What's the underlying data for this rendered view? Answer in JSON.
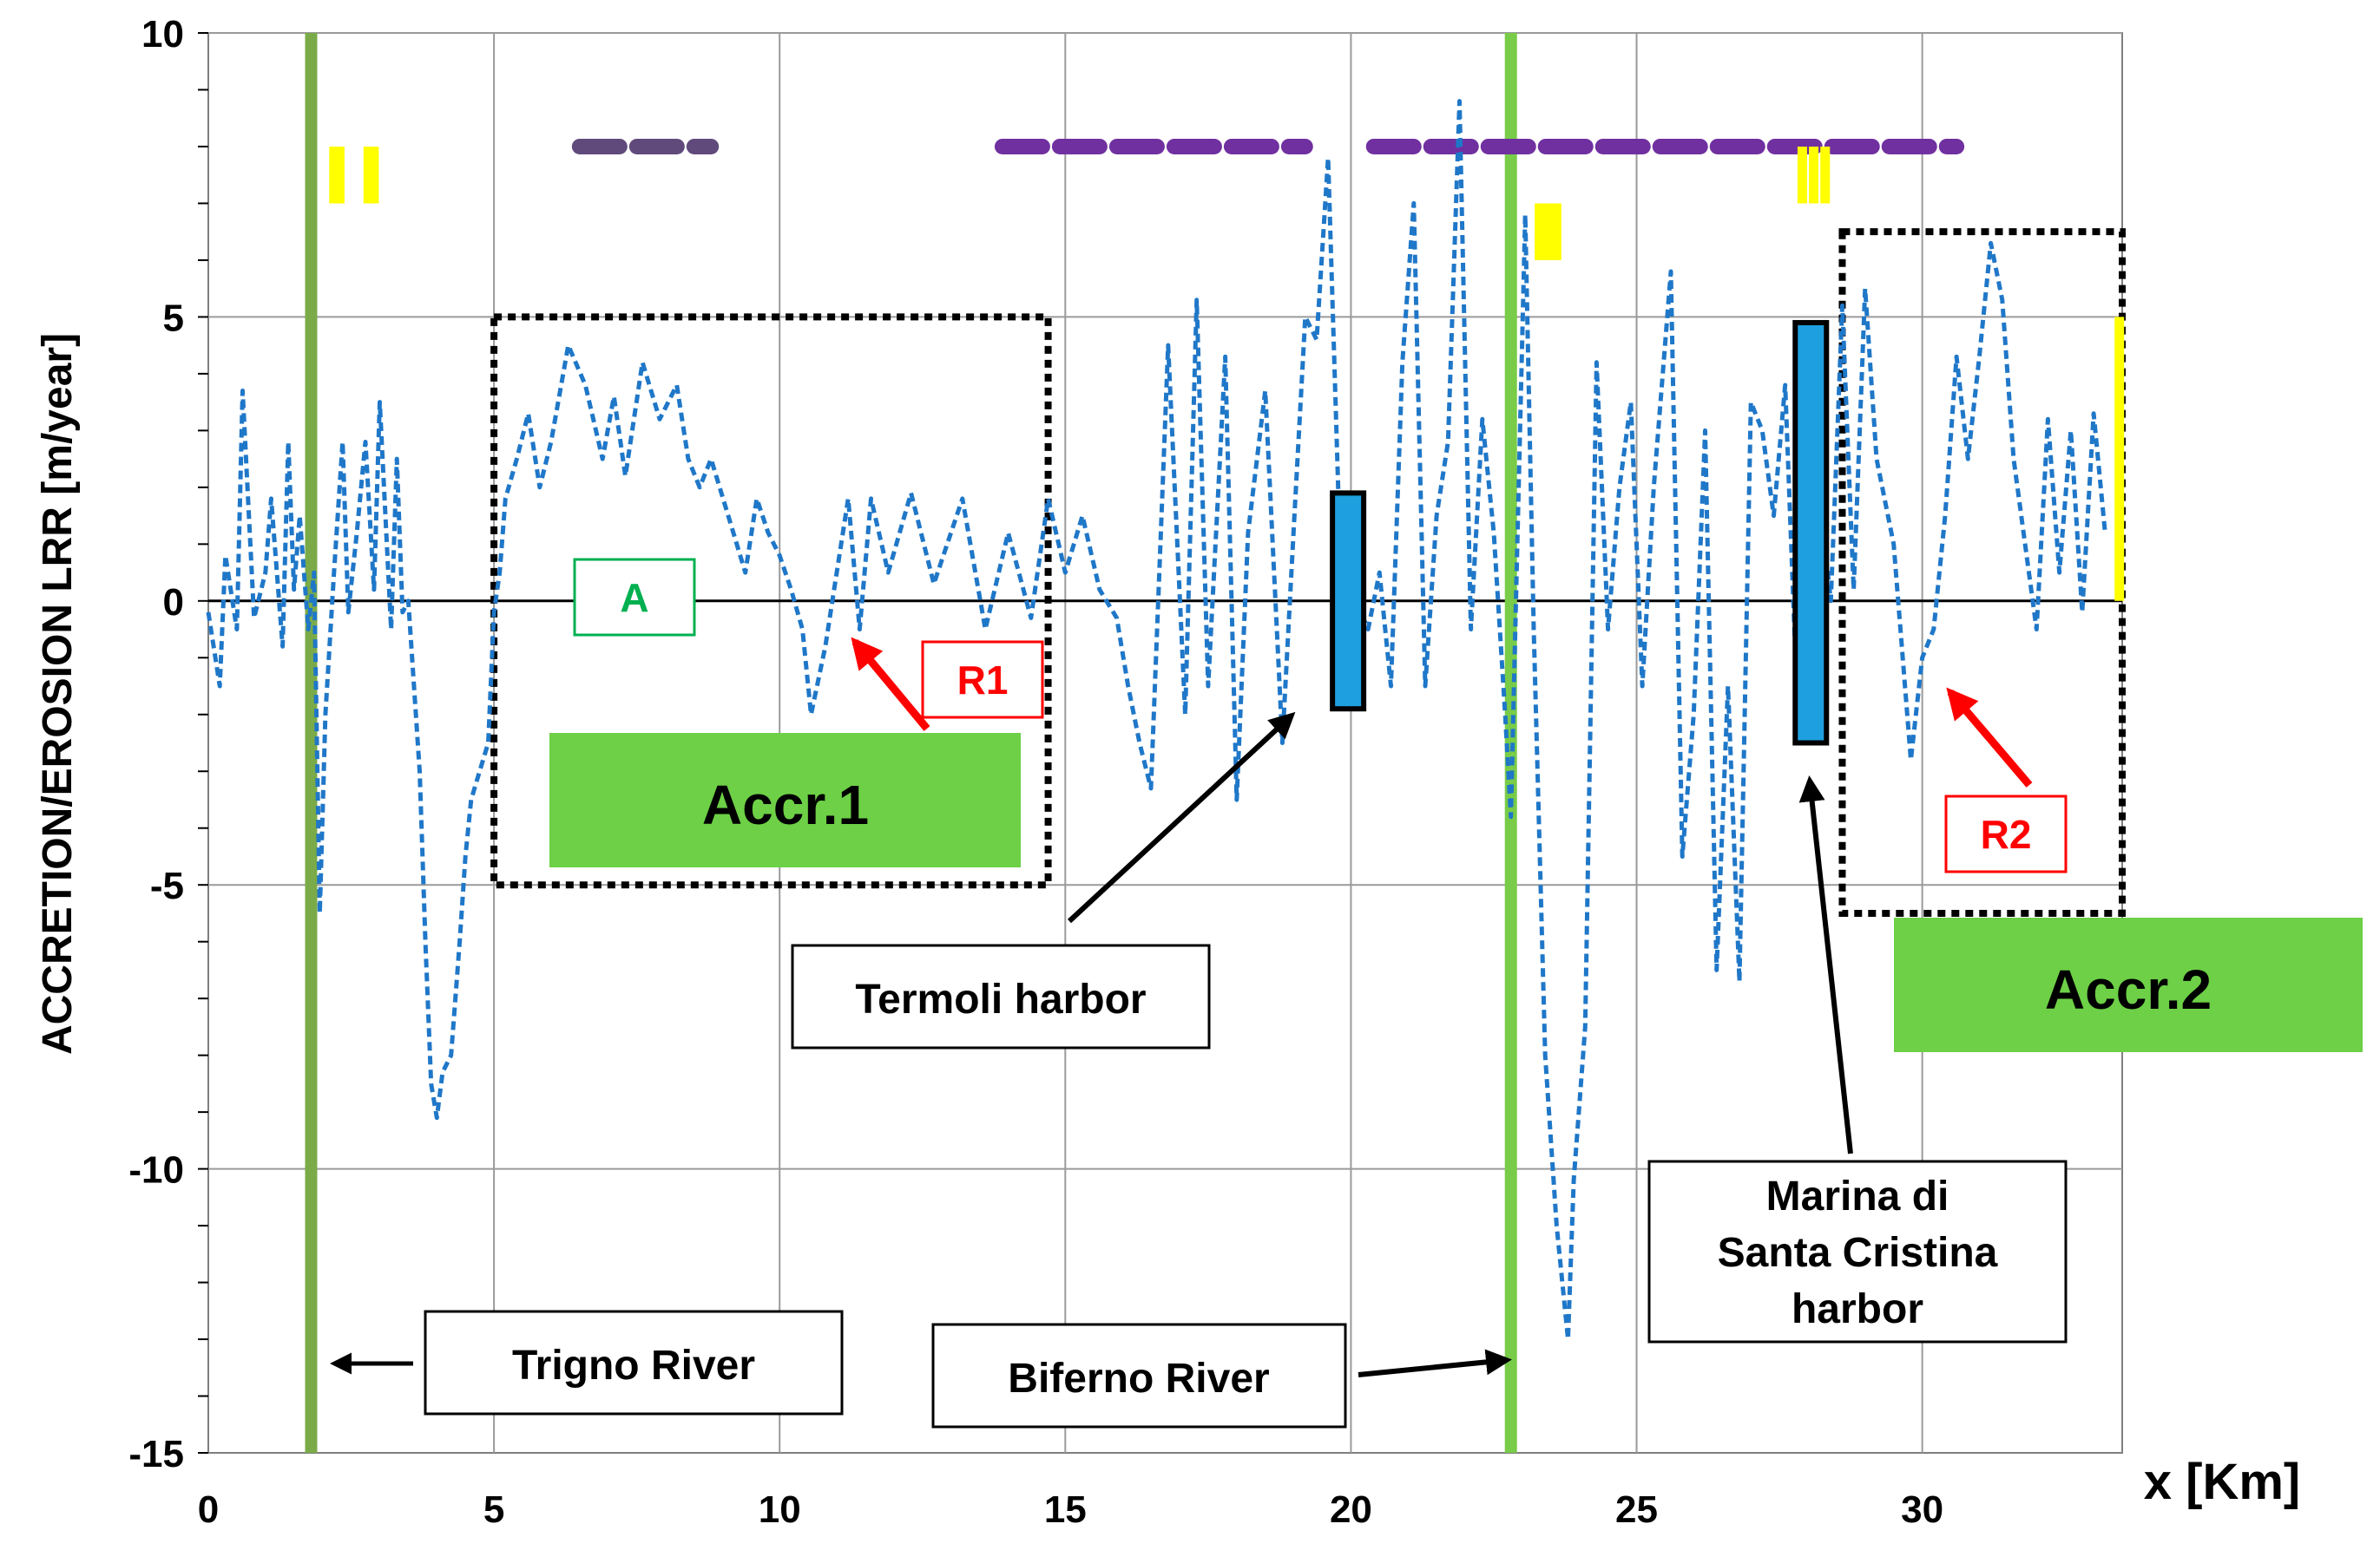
{
  "chart_data": {
    "type": "line",
    "xlabel": "x [Km]",
    "ylabel": "ACCRETION/EROSION LRR [m/year]",
    "xlim": [
      0,
      33.5
    ],
    "ylim": [
      -15,
      10
    ],
    "x_ticks": [
      0,
      5,
      10,
      15,
      20,
      25,
      30
    ],
    "y_ticks": [
      -15,
      -10,
      -5,
      0,
      5,
      10
    ],
    "grid": true,
    "series": [
      {
        "line_style": "dashed",
        "color": "#1f77c8",
        "x": [
          0,
          0.2,
          0.3,
          0.5,
          0.6,
          0.8,
          1.0,
          1.1,
          1.3,
          1.4,
          1.5,
          1.6,
          1.75,
          1.85,
          1.95,
          2.05,
          2.2,
          2.35,
          2.45,
          2.6,
          2.75,
          2.9,
          3.0,
          3.2,
          3.3,
          3.4,
          3.5,
          3.7,
          3.8,
          3.9,
          4.0,
          4.1,
          4.25,
          4.4,
          4.5,
          4.6,
          4.75,
          4.9,
          5.0,
          5.1,
          5.2,
          5.4,
          5.6,
          5.8,
          6.0,
          6.3,
          6.6,
          6.9,
          7.1,
          7.3,
          7.6,
          7.9,
          8.2,
          8.4,
          8.6,
          8.8,
          9.1,
          9.4,
          9.6,
          9.8,
          10.0,
          10.2,
          10.4,
          10.55,
          10.8,
          11.0,
          11.2,
          11.4,
          11.6,
          11.9,
          12.3,
          12.7,
          13.2,
          13.6,
          14.0,
          14.4,
          14.7,
          15.0,
          15.3,
          15.6,
          15.9,
          16.1,
          16.3,
          16.5,
          16.8,
          17.1,
          17.3,
          17.5,
          17.8,
          18.0,
          18.2,
          18.5,
          18.8,
          19.0,
          19.2,
          19.4,
          19.6,
          19.8,
          20.0,
          20.3,
          20.5,
          20.7,
          20.9,
          21.1,
          21.3,
          21.5,
          21.7,
          21.9,
          22.1,
          22.3,
          22.5,
          22.7,
          22.8,
          22.9,
          23.05,
          23.2,
          23.4,
          23.6,
          23.8,
          23.9,
          24.1,
          24.3,
          24.5,
          24.7,
          24.9,
          25.1,
          25.3,
          25.6,
          25.8,
          26.0,
          26.2,
          26.4,
          26.6,
          26.8,
          27.0,
          27.2,
          27.4,
          27.6,
          27.8,
          28.0,
          28.2,
          28.4,
          28.6,
          28.8,
          29.0,
          29.2,
          29.5,
          29.8,
          30.0,
          30.2,
          30.4,
          30.6,
          30.8,
          31.0,
          31.2,
          31.4,
          31.6,
          31.8,
          32.0,
          32.2,
          32.4,
          32.6,
          32.8,
          33.0,
          33.2
        ],
        "y": [
          -0.2,
          -1.5,
          0.8,
          -0.5,
          3.7,
          -0.3,
          0.5,
          1.8,
          -0.8,
          2.8,
          0.2,
          1.5,
          -0.5,
          0.5,
          -5.5,
          -2.0,
          0.5,
          2.8,
          -0.2,
          1.2,
          2.8,
          0.2,
          3.5,
          -0.5,
          2.5,
          -0.2,
          0,
          -3.0,
          -6.0,
          -8.5,
          -9.1,
          -8.3,
          -8.0,
          -6.0,
          -4.5,
          -3.5,
          -3.0,
          -2.5,
          -0.2,
          0.5,
          1.8,
          2.5,
          3.3,
          2.0,
          2.8,
          4.5,
          3.8,
          2.5,
          3.6,
          2.2,
          4.2,
          3.2,
          3.8,
          2.5,
          2.0,
          2.5,
          1.5,
          0.5,
          1.8,
          1.2,
          0.8,
          0.2,
          -0.5,
          -2.0,
          -0.8,
          0.5,
          1.8,
          -0.5,
          1.8,
          0.5,
          1.9,
          0.3,
          1.8,
          -0.5,
          1.2,
          -0.3,
          1.8,
          0.5,
          1.5,
          0.2,
          -0.3,
          -1.5,
          -2.5,
          -3.3,
          4.5,
          -2.0,
          5.3,
          -1.5,
          4.3,
          -3.5,
          1.2,
          3.7,
          -2.5,
          1.3,
          5.0,
          4.6,
          7.8,
          1.2,
          0.2,
          -0.5,
          0.5,
          -1.5,
          4.2,
          7.0,
          -1.5,
          1.5,
          2.8,
          8.8,
          -0.5,
          3.2,
          1.2,
          -2.0,
          -3.8,
          0.5,
          6.8,
          -0.5,
          -8.0,
          -11.0,
          -13.0,
          -10.2,
          -7.5,
          4.2,
          -0.5,
          2.0,
          3.5,
          -1.5,
          2.0,
          5.8,
          -4.5,
          -2.0,
          3.0,
          -6.5,
          -1.5,
          -6.7,
          3.5,
          3.0,
          1.5,
          3.8,
          -1.5,
          2.0,
          1.8,
          0,
          5.2,
          0.2,
          5.5,
          2.5,
          1.0,
          -2.8,
          -1.0,
          -0.5,
          1.5,
          4.3,
          2.5,
          4.3,
          6.3,
          5.3,
          2.5,
          1.0,
          -0.5,
          3.2,
          0.5,
          3.0,
          -0.2,
          3.3,
          1.2
        ]
      }
    ],
    "vertical_lines": [
      {
        "x": 1.8,
        "color": "#7aab48"
      },
      {
        "x": 22.8,
        "color": "#78cc48"
      }
    ],
    "dashed_bars": [
      {
        "x1": 6.5,
        "x2": 8.8,
        "y": 8,
        "color": "#604a7b"
      },
      {
        "x1": 13.9,
        "x2": 19.2,
        "y": 8,
        "color": "#7030a0"
      },
      {
        "x1": 20.4,
        "x2": 30.6,
        "y": 8,
        "color": "#7030a0"
      }
    ],
    "yellow_marks": [
      {
        "xs": [
          2.2,
          2.3,
          2.8,
          2.9
        ],
        "y1": 7.0,
        "y2": 8.0
      },
      {
        "xs": [
          23.3,
          23.45,
          23.6
        ],
        "y1": 6.0,
        "y2": 7.0
      },
      {
        "xs": [
          27.9,
          28.1,
          28.3
        ],
        "y1": 7.0,
        "y2": 8.0
      },
      {
        "xs": [
          33.45
        ],
        "y1": 0.0,
        "y2": 5.0
      }
    ],
    "harbor_bars": [
      {
        "x": 19.95,
        "y1": -1.9,
        "y2": 1.9,
        "color": "#1ea0e0"
      },
      {
        "x": 28.05,
        "y1": -2.5,
        "y2": 4.9,
        "color": "#1ea0e0"
      }
    ],
    "dotted_boxes": [
      {
        "x1": 5.0,
        "x2": 14.7,
        "y1": -5.0,
        "y2": 5.0
      },
      {
        "x1": 28.6,
        "x2": 33.5,
        "y1": -5.5,
        "y2": 6.5
      }
    ],
    "annotations": {
      "trigno": "Trigno River",
      "biferno": "Biferno River",
      "termoli": "Termoli harbor",
      "marina_line1": "Marina di",
      "marina_line2": "Santa Cristina",
      "marina_line3": "harbor",
      "accr1": "Accr.1",
      "accr2": "Accr.2",
      "a_label": "A",
      "r1_label": "R1",
      "r2_label": "R2"
    },
    "colors": {
      "series": "#1f77c8",
      "accr_fill": "#6dd046",
      "red": "#ff0000",
      "green_text": "#00b050",
      "grid": "#9a9a9a"
    }
  }
}
